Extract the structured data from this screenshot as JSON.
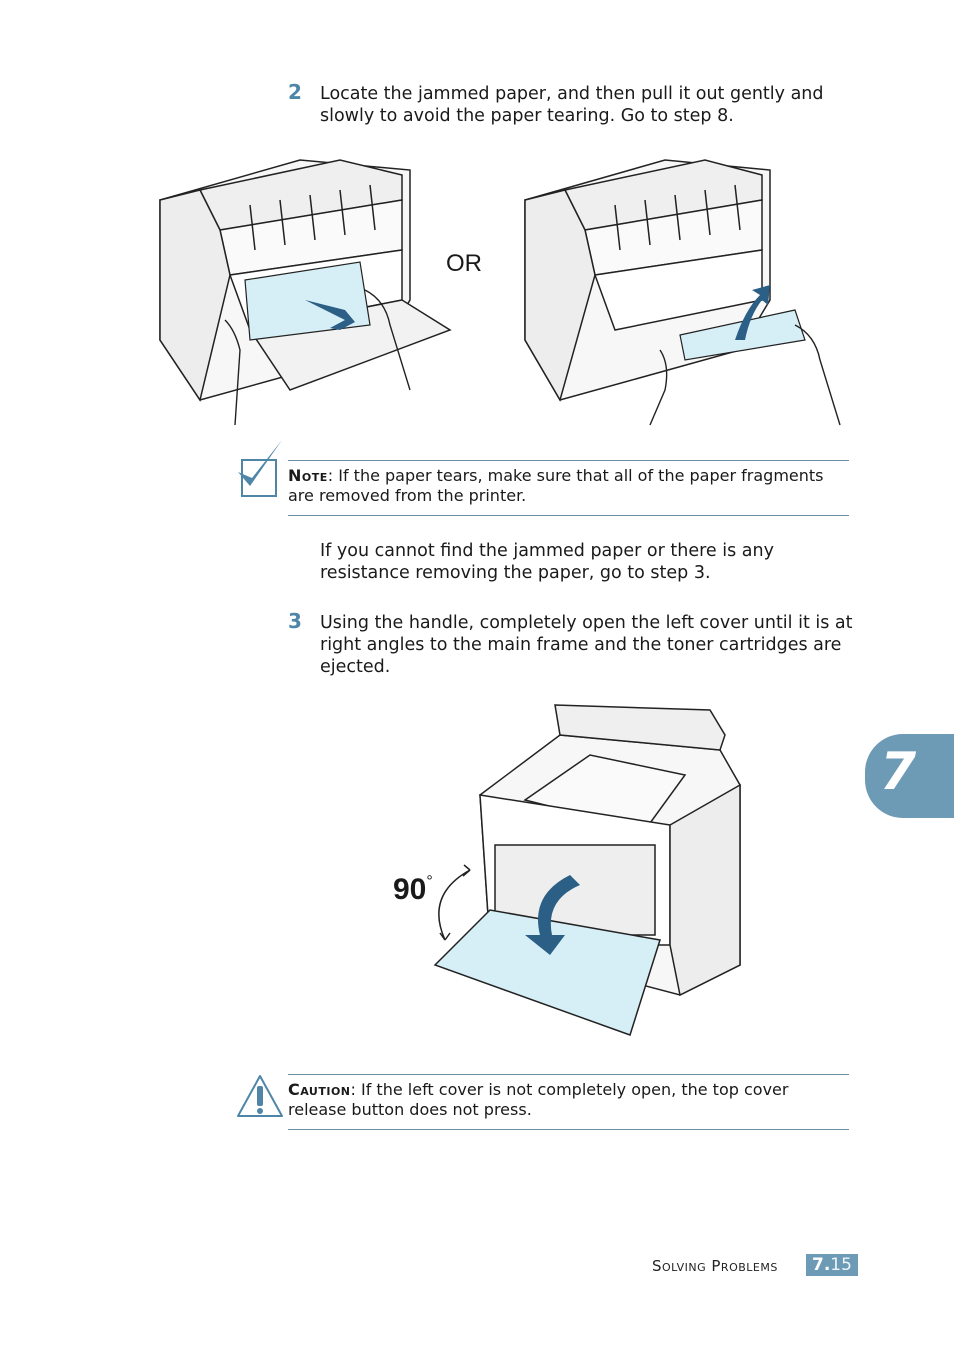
{
  "steps": {
    "step2": {
      "number": "2",
      "text": "Locate the jammed paper, and then pull it out gently and slowly to avoid the paper tearing. Go to step 8."
    },
    "or_label": "OR",
    "note": {
      "label": "Note",
      "text": ": If the paper tears, make sure that all of the paper fragments are removed from the printer."
    },
    "continuation": "If you cannot find the jammed paper or there is any resistance removing the paper, go to step 3.",
    "step3": {
      "number": "3",
      "text": "Using the handle, completely open the left cover until it is at right angles to the main frame and the toner cartridges are ejected."
    },
    "angle_label": "90",
    "angle_unit": "°",
    "caution": {
      "label": "Caution",
      "text": ": If the left cover is not completely open, the top cover release button does not press."
    }
  },
  "chapter": {
    "number": "7"
  },
  "footer": {
    "section": "Solving Problems",
    "chapter_prefix": "7.",
    "page": "15"
  },
  "colors": {
    "accent": "#4f86a8",
    "tab": "#6d9ab5",
    "paper": "#d6eef6",
    "rule": "#6d8fa5"
  },
  "icons": {
    "note": "checkmark-note-icon",
    "caution": "warning-exclamation-icon"
  }
}
